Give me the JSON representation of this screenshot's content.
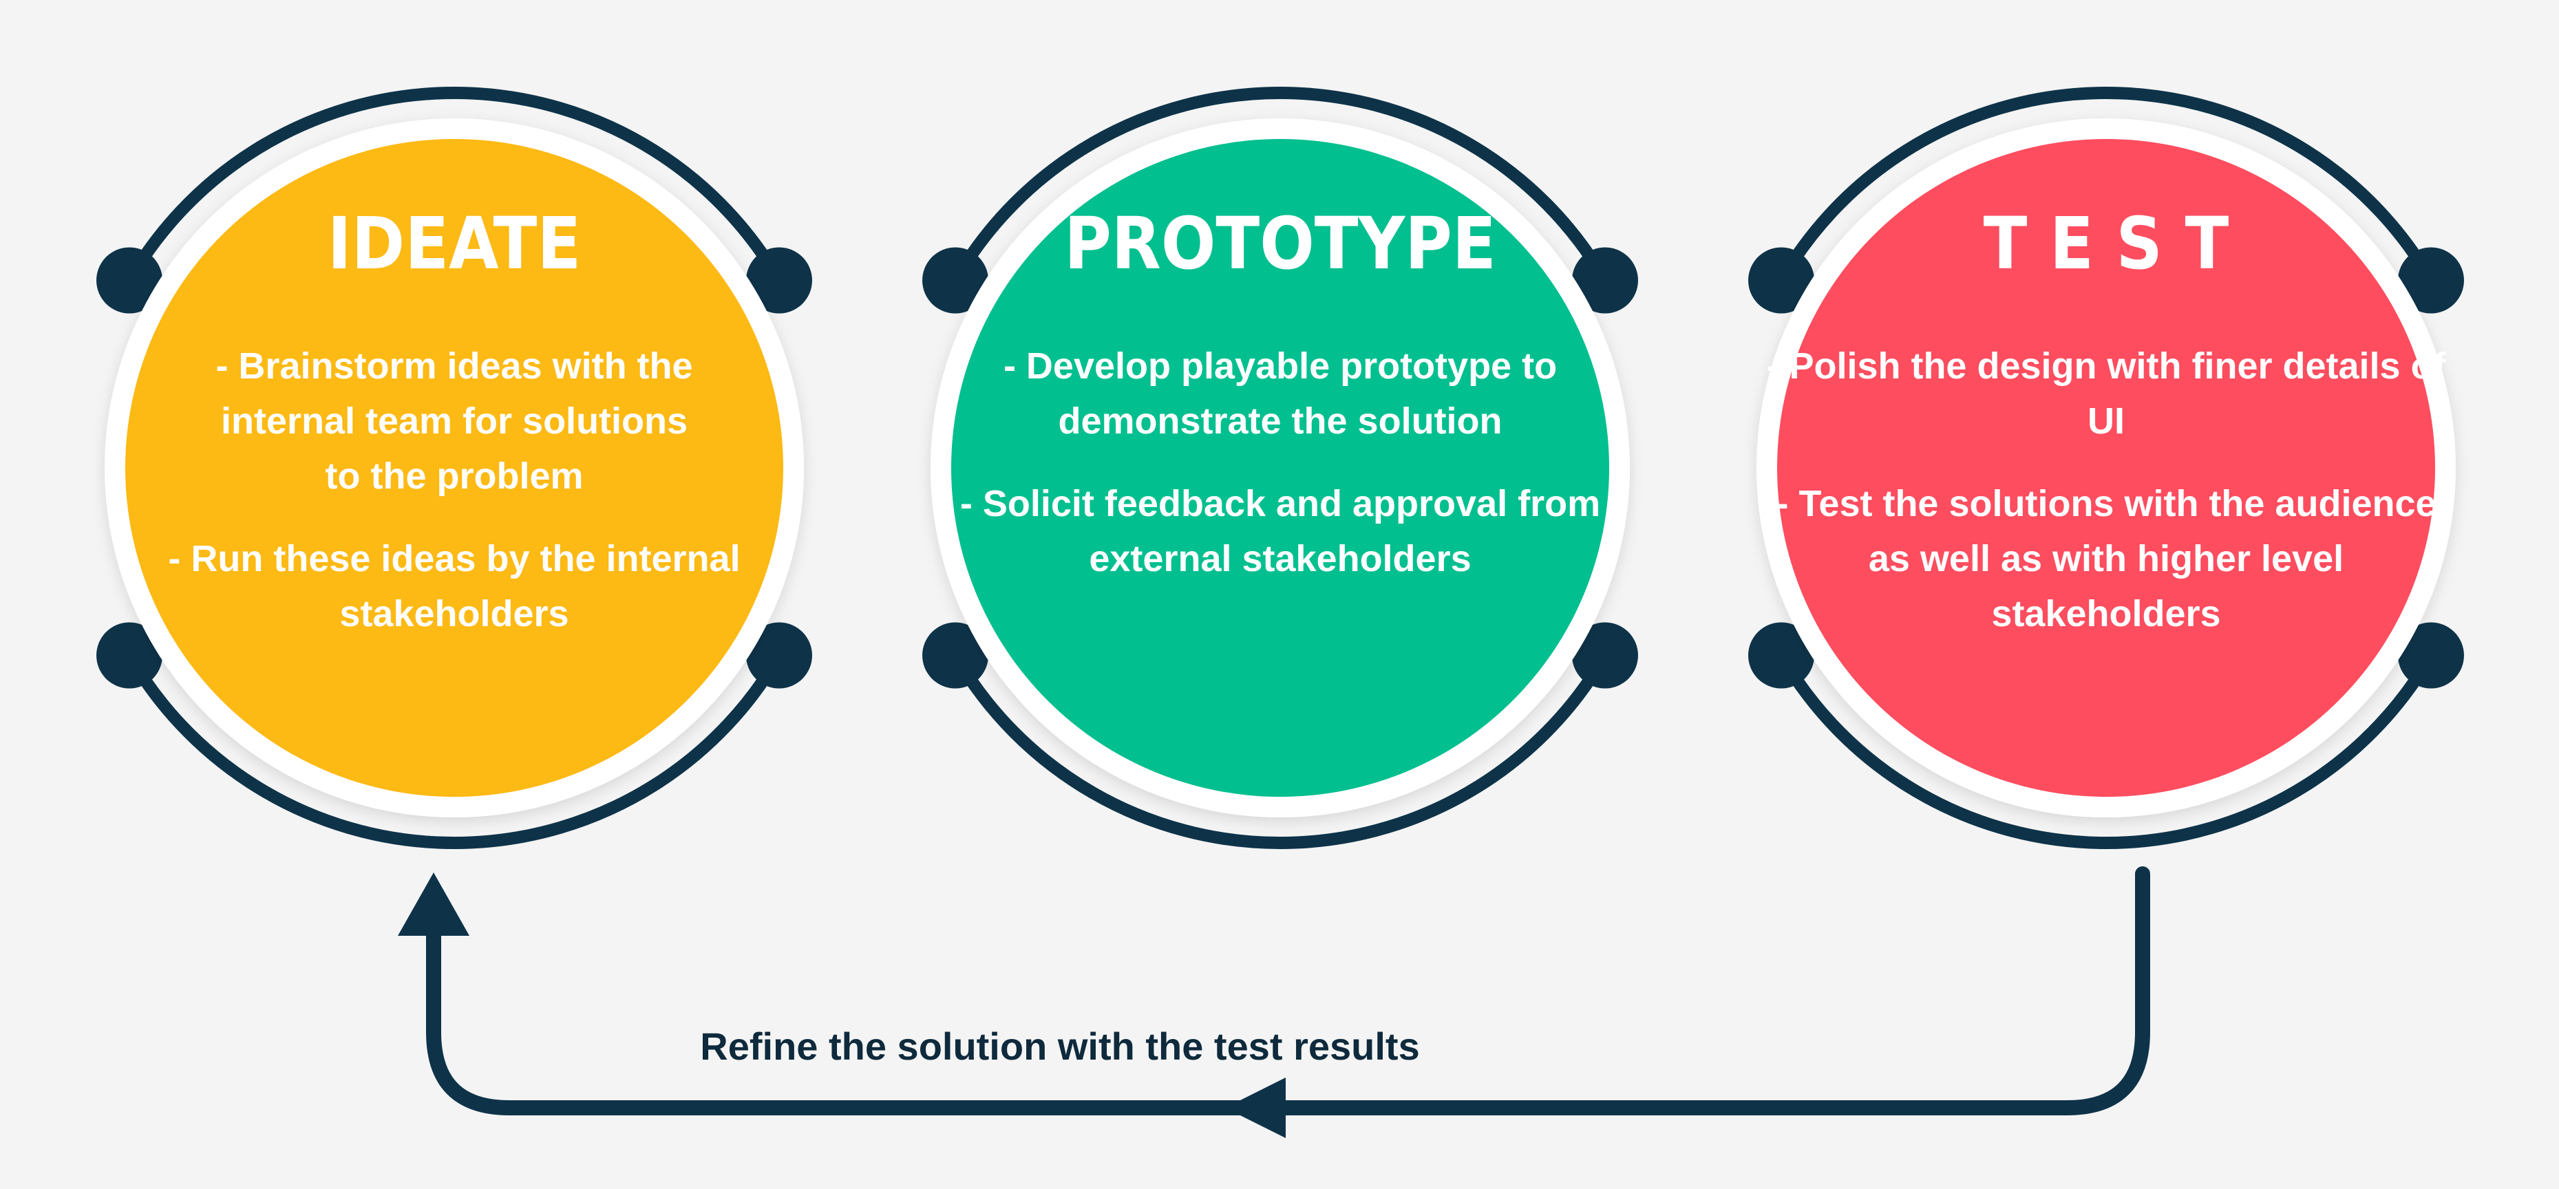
{
  "colors": {
    "background": "#f4f4f4",
    "ring": "#ffffff",
    "outline": "#0e3349",
    "ideate": "#fdb914",
    "prototype": "#02bf8f",
    "test": "#fd4d5f",
    "label": "#0e2a3c"
  },
  "stages": [
    {
      "title": "IDEATE",
      "color": "#fdb914",
      "lines": [
        "- Brainstorm ideas with the",
        "internal team for solutions",
        "to the problem",
        "",
        "- Run these ideas by the internal",
        "stakeholders"
      ]
    },
    {
      "title": "PROTOTYPE",
      "color": "#02bf8f",
      "lines": [
        "- Develop playable prototype to",
        "demonstrate the solution",
        "",
        "- Solicit feedback and approval from",
        "external stakeholders"
      ]
    },
    {
      "title": "T E S T",
      "color": "#fd4d5f",
      "lines": [
        "- Polish the design with finer details of",
        "UI",
        "",
        "- Test the solutions with the audience",
        "as well as with higher level",
        "stakeholders"
      ]
    }
  ],
  "feedback_loop": {
    "label": "Refine the solution with the test results"
  }
}
